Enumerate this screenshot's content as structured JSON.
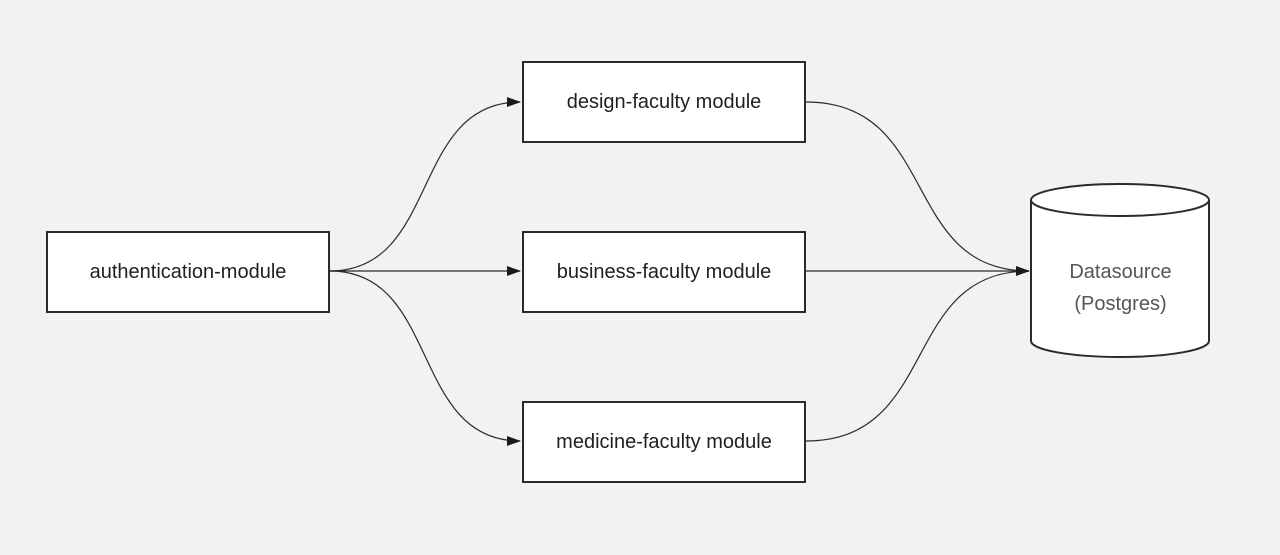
{
  "diagram": {
    "nodes": {
      "auth": {
        "label": "authentication-module"
      },
      "design": {
        "label": "design-faculty module"
      },
      "business": {
        "label": "business-faculty module"
      },
      "medicine": {
        "label": "medicine-faculty module"
      },
      "datasource": {
        "line1": "Datasource",
        "line2": "(Postgres)"
      }
    },
    "edges": [
      {
        "from": "authentication-module",
        "to": "design-faculty module"
      },
      {
        "from": "authentication-module",
        "to": "business-faculty module"
      },
      {
        "from": "authentication-module",
        "to": "medicine-faculty module"
      },
      {
        "from": "design-faculty module",
        "to": "Datasource (Postgres)"
      },
      {
        "from": "business-faculty module",
        "to": "Datasource (Postgres)"
      },
      {
        "from": "medicine-faculty module",
        "to": "Datasource (Postgres)"
      }
    ],
    "colors": {
      "background": "#f2f2f2",
      "node_fill": "#ffffff",
      "stroke": "#2b2b2b",
      "text": "#1f1f1f",
      "db_text": "#555555"
    }
  }
}
